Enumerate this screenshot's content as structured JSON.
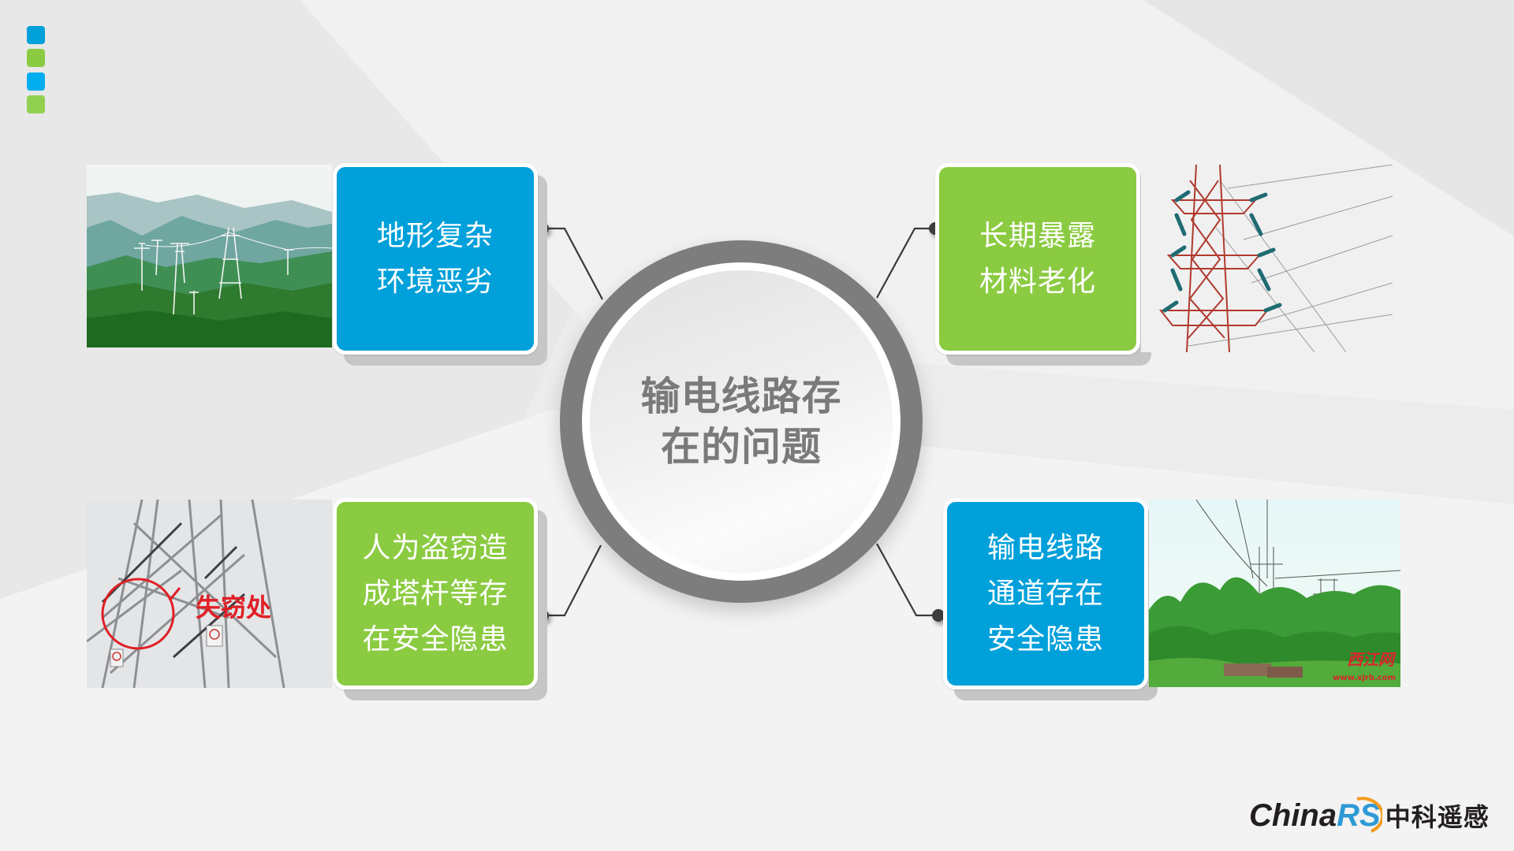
{
  "slide": {
    "background_color": "#eeeeee",
    "accent_squares": [
      {
        "color": "#00a0da"
      },
      {
        "color": "#8bcb41"
      },
      {
        "color": "#00aeef"
      },
      {
        "color": "#92d050"
      }
    ]
  },
  "center": {
    "title_line1": "输电线路存",
    "title_line2": "在的问题",
    "ring_color": "#7d7d7d",
    "text_color": "#7a7a7a"
  },
  "issues": [
    {
      "position": "top-left",
      "color": "#00a0da",
      "lines": [
        "地形复杂",
        "环境恶劣"
      ],
      "photo": "mountain-transmission-towers"
    },
    {
      "position": "top-right",
      "color": "#8bcb41",
      "lines": [
        "长期暴露",
        "材料老化"
      ],
      "photo": "red-white-steel-pylon"
    },
    {
      "position": "bottom-left",
      "color": "#8bcb41",
      "lines": [
        "人为盗窃造",
        "成塔杆等存",
        "在安全隐患"
      ],
      "photo": "tower-theft-site",
      "photo_annotation": "失窃处"
    },
    {
      "position": "bottom-right",
      "color": "#00a0da",
      "lines": [
        "输电线路",
        "通道存在",
        "安全隐患"
      ],
      "photo": "trees-under-power-line",
      "photo_watermark": "西江网",
      "photo_watermark_url": "www.xjrb.com"
    }
  ],
  "logo": {
    "latin": "China",
    "latin_accent": "RS",
    "chinese": "中科遥感",
    "accent_color": "#2d9ad6",
    "swoosh_color": "#f39c1f"
  }
}
